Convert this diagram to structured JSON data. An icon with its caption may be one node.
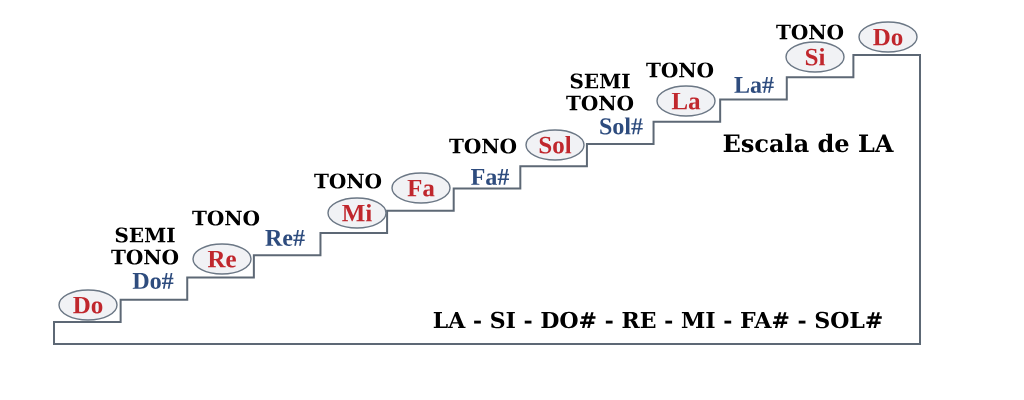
{
  "diagram": {
    "nodes": [
      {
        "text": [
          "Escala de LA",
          "LA - SI - DO# - RE - MI - FA# - SOL#"
        ]
      },
      {
        "text": [
          "Do"
        ]
      },
      {
        "text": [
          "Re"
        ]
      },
      {
        "text": [
          "Mi"
        ]
      },
      {
        "text": [
          "Fa"
        ]
      },
      {
        "text": [
          "Sol"
        ]
      },
      {
        "text": [
          "La"
        ]
      },
      {
        "text": [
          "Si"
        ]
      },
      {
        "text": [
          "Do"
        ]
      }
    ],
    "labels": [
      "SEMI TONO",
      "Do#",
      "TONO",
      "Re#",
      "TONO",
      "Fa#",
      "TONO",
      "SEMI TONO",
      "Sol#",
      "TONO",
      "La#",
      "TONO"
    ]
  }
}
